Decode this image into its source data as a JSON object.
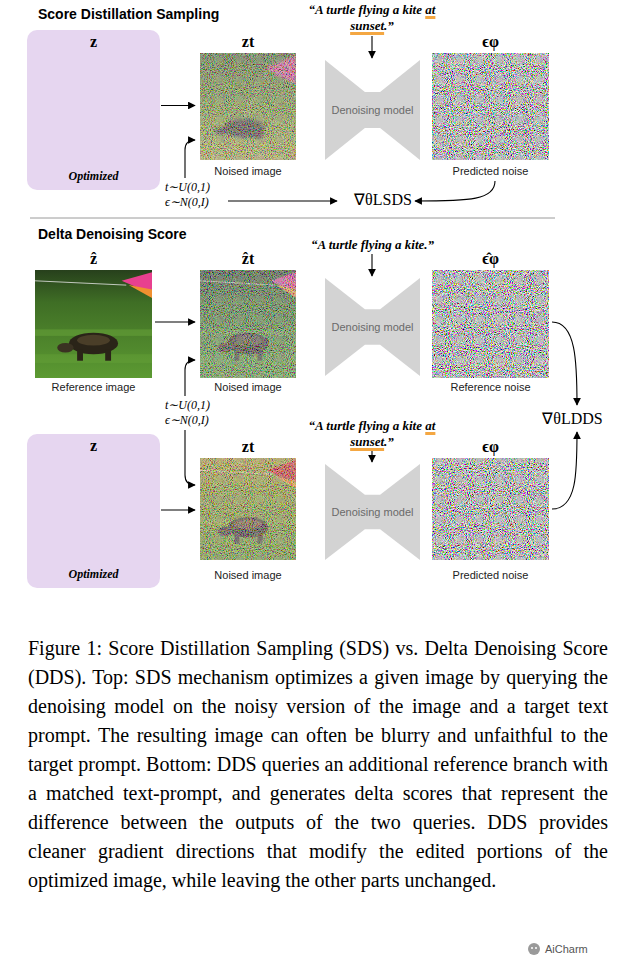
{
  "diagram": {
    "caption": "Figure 1: Score Distillation Sampling (SDS) vs. Delta Denoising Score (DDS). Top: SDS mechanism optimizes a given image by querying the denoising model on the noisy version of the image and a target text prompt. The resulting image can often be blurry and unfaithful to the target prompt. Bottom: DDS queries an additional reference branch with a matched text-prompt, and generates delta scores that represent the difference between the outputs of the two queries. DDS provides cleaner gradient directions that modify the edited portions of the optimized image, while leaving the other parts unchanged.",
    "nodes": [
      {
        "text": [
          "z",
          "Optimized"
        ]
      },
      {
        "text": [
          "zt",
          "Noised image"
        ]
      },
      {
        "text": [
          "Denoising model"
        ]
      },
      {
        "text": [
          "ϵφ",
          "Predicted noise"
        ]
      },
      {
        "text": [
          "ẑ",
          "Reference image"
        ]
      },
      {
        "text": [
          "ẑt",
          "Noised image"
        ]
      },
      {
        "text": [
          "Denoising model"
        ]
      },
      {
        "text": [
          "ϵ̂φ",
          "Reference noise"
        ]
      },
      {
        "text": [
          "z",
          "Optimized"
        ]
      },
      {
        "text": [
          "zt",
          "Noised image"
        ]
      },
      {
        "text": [
          "Denoising model"
        ]
      },
      {
        "text": [
          "ϵφ",
          "Predicted noise"
        ]
      }
    ],
    "edges": [
      {
        "from": 0,
        "to": 1,
        "arrow": "to"
      },
      {
        "from": 4,
        "to": 5,
        "arrow": "to"
      },
      {
        "from": 8,
        "to": 9,
        "arrow": "to"
      }
    ],
    "labels": [
      "Score Distillation Sampling",
      "“A turtle flying a kite at sunset.”",
      "t∼U(0,1)",
      "ϵ∼N(0,I)",
      "∇θLSDS",
      "Delta Denoising Score",
      "“A turtle flying a kite.”",
      "t∼U(0,1)",
      "ϵ∼N(0,I)",
      "∇θLDDS",
      "“A turtle flying a kite at sunset.”",
      "AiCharm"
    ]
  }
}
